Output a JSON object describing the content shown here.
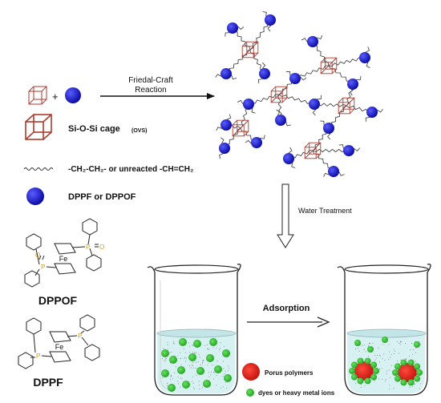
{
  "reaction": {
    "label_line1": "Friedal-Craft",
    "label_line2": "Reaction"
  },
  "legend": {
    "cage_label": "Si-O-Si cage",
    "cage_abbr": "(OVS)",
    "linker_label": "-CH₂-CH₂- or unreacted -CH=CH₂",
    "node_label": "DPPF or DPPOF",
    "plus": "+"
  },
  "process": {
    "water_treatment": "Water Treatment",
    "adsorption": "Adsorption"
  },
  "molecules": {
    "dppof": {
      "name": "DPPOF",
      "center_atom": "Fe",
      "p1": "P",
      "p2": "P",
      "o1": "O",
      "o2": "O"
    },
    "dppf": {
      "name": "DPPF",
      "center_atom": "Fe",
      "p1": "P",
      "p2": "P"
    }
  },
  "beaker_legend": {
    "polymer_label": "Porus polymers",
    "ions_label": "dyes or heavy metal ions"
  },
  "colors": {
    "node_blue": "#1a1ad6",
    "cage_red": "#b03a2e",
    "polymer_red": "#e8231b",
    "ion_green": "#39c43a",
    "water_tint": "#d7f0f1",
    "phosphine_oxide_orange": "#d49a1a"
  }
}
